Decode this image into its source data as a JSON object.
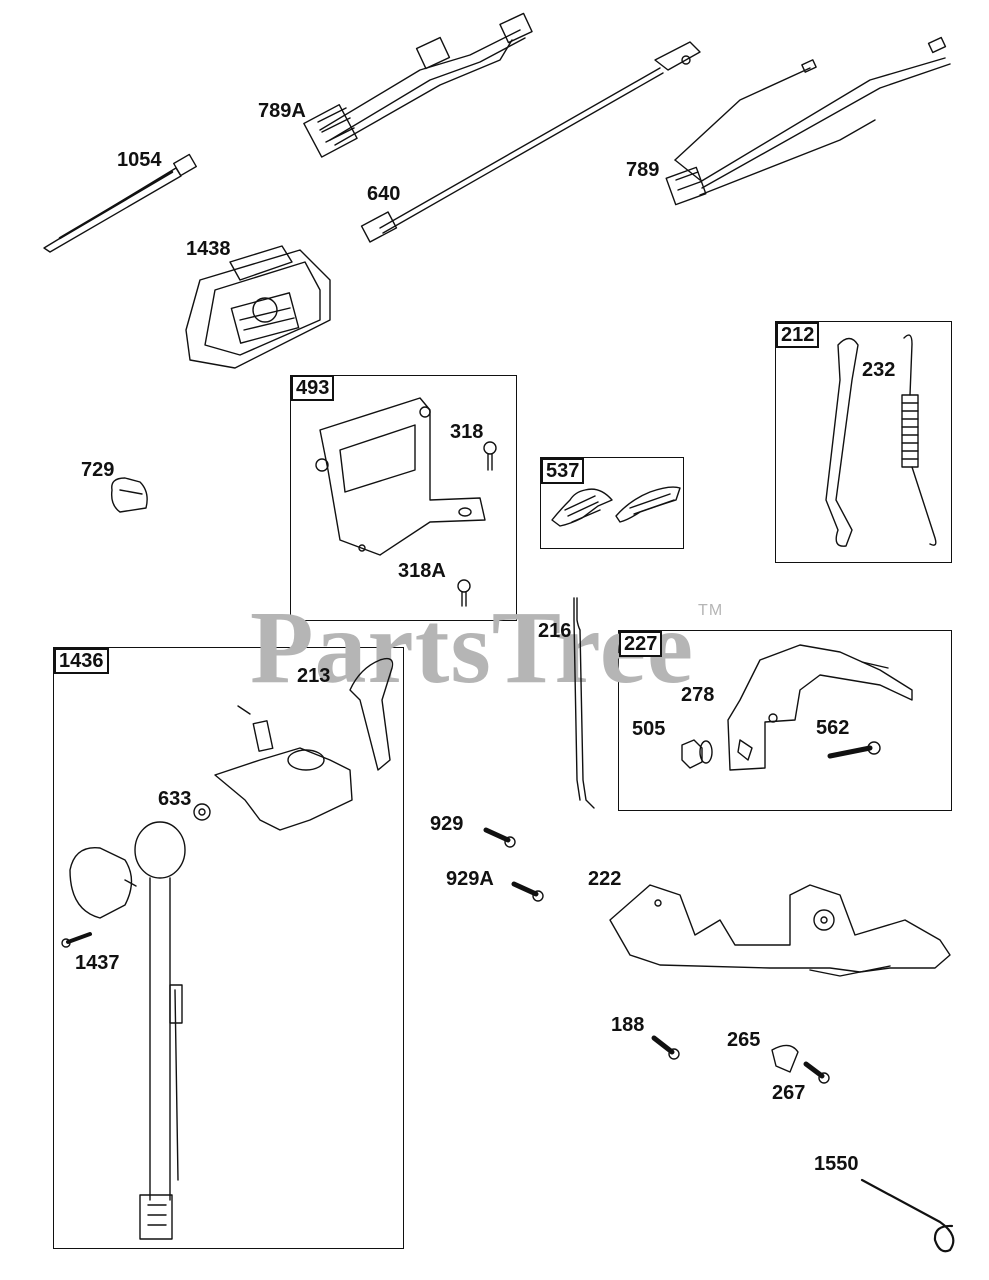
{
  "watermark": {
    "text": "PartsTree",
    "tm": "TM"
  },
  "kits": [
    {
      "id": "493"
    },
    {
      "id": "537"
    },
    {
      "id": "212"
    },
    {
      "id": "1436"
    },
    {
      "id": "227"
    }
  ],
  "parts": [
    {
      "id": "1054"
    },
    {
      "id": "789A"
    },
    {
      "id": "640"
    },
    {
      "id": "789"
    },
    {
      "id": "1438"
    },
    {
      "id": "318"
    },
    {
      "id": "318A"
    },
    {
      "id": "729"
    },
    {
      "id": "232"
    },
    {
      "id": "216"
    },
    {
      "id": "213"
    },
    {
      "id": "633"
    },
    {
      "id": "1437"
    },
    {
      "id": "278"
    },
    {
      "id": "505"
    },
    {
      "id": "562"
    },
    {
      "id": "929"
    },
    {
      "id": "929A"
    },
    {
      "id": "222"
    },
    {
      "id": "188"
    },
    {
      "id": "265"
    },
    {
      "id": "267"
    },
    {
      "id": "1550"
    }
  ],
  "colors": {
    "line": "#111111",
    "watermark": "#b5b5b5"
  }
}
